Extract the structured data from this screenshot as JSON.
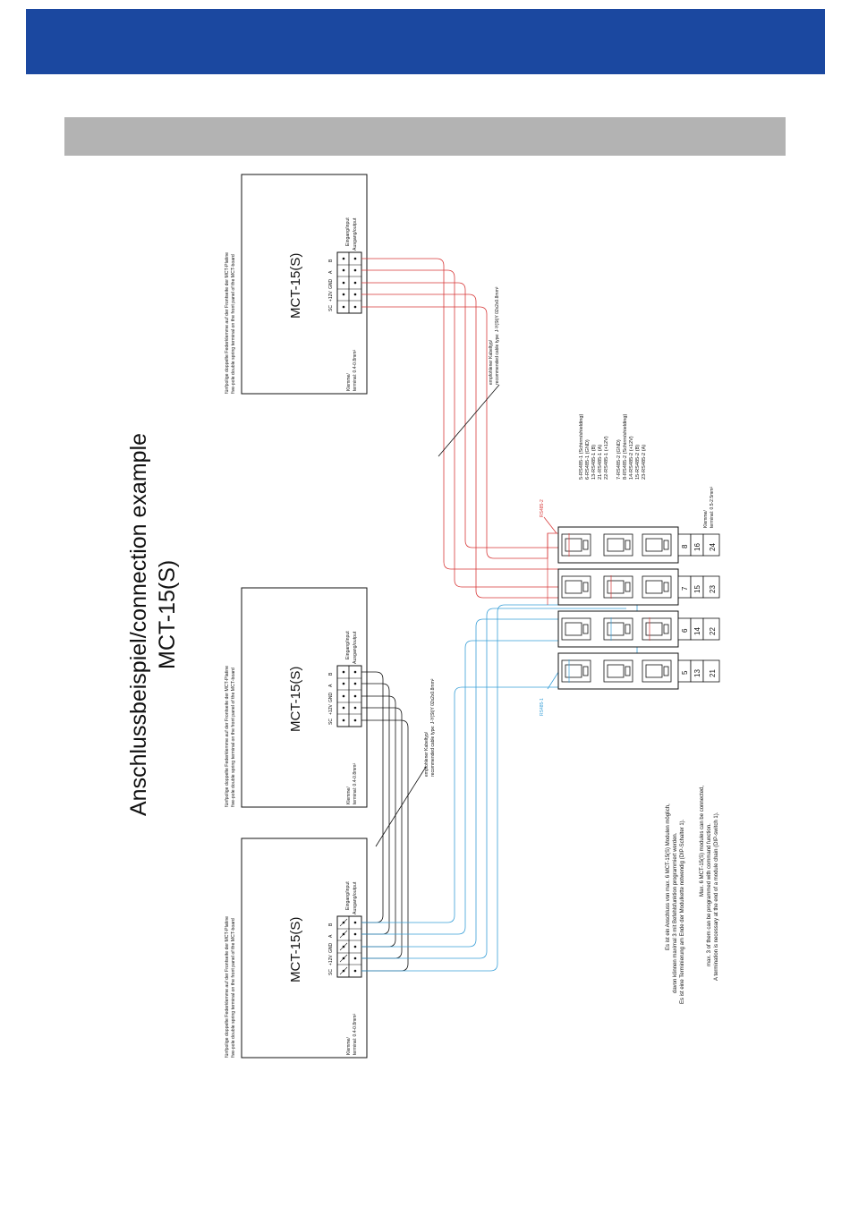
{
  "page": {
    "title_line1": "Anschlussbeispiel/connection example",
    "title_line2": "MCT-15(S)"
  },
  "colors": {
    "header_blue": "#1b48a0",
    "band_gray": "#b3b3b3",
    "rs485_1_blue": "#3aa0d8",
    "rs485_2_red": "#d83a3a",
    "line_black": "#111111"
  },
  "module": {
    "name": "MCT-15(S)",
    "spring_note_de": "fünfpolige doppelte Federklemme auf der Frontseite der MCT-Platine",
    "spring_note_en": "five-pole double spring terminal on the front panel of the MCT-board",
    "terminal_de": "Klemme/",
    "terminal_en": "terminal: 0.4-0.8mm²",
    "io_de": "Eingang/input",
    "io_en": "Ausgang/output",
    "pins": [
      "SC",
      "+12V",
      "GND",
      "A",
      "B"
    ]
  },
  "cable": {
    "rec_de": "empfohlener Kabeltyp/",
    "rec_en": "recommended cable type: J-Y(St)Y 02x2x0.8mm²"
  },
  "bus": {
    "rs485_1": "RS485-1",
    "rs485_2": "RS485-2"
  },
  "rack": {
    "terminal_de": "Klemme/",
    "terminal_en": "terminal: 0.5-2.5mm²",
    "numbers_row1": [
      "5",
      "6",
      "7",
      "8"
    ],
    "numbers_row2": [
      "13",
      "14",
      "15",
      "16"
    ],
    "numbers_row3": [
      "21",
      "22",
      "23",
      "24"
    ]
  },
  "legend": {
    "rs1": [
      "5-RS485-1 (Schirm/shielding)",
      "6-RS485-1 (GND)",
      "13-RS485-1 (B)",
      "21-RS485-1 (A)",
      "22-RS485-1 (+12V)"
    ],
    "rs2": [
      "7-RS485-2 (GND)",
      "8-RS485-2 (Schirm/shielding)",
      "14-RS485-2 (+12V)",
      "15-RS485-2 (B)",
      "23-RS485-2 (A)"
    ]
  },
  "notes": {
    "de": [
      "Es ist ein Anschluss von max. 6 MCT-15(S) Modulen möglich,",
      "davon können maximal 3 mit Befehlsfunktion programmiert werden.",
      "Es ist eine Terminierung am Ende der Modulkette notwendig (DIP-Schalter 1)."
    ],
    "en": [
      "Max. 6 MCT-15(S) modules can be connected,",
      "max. 3 of them can be programmed with command function.",
      "A termination is necessary at the end of a module chain (DIP-switch 1)."
    ]
  }
}
